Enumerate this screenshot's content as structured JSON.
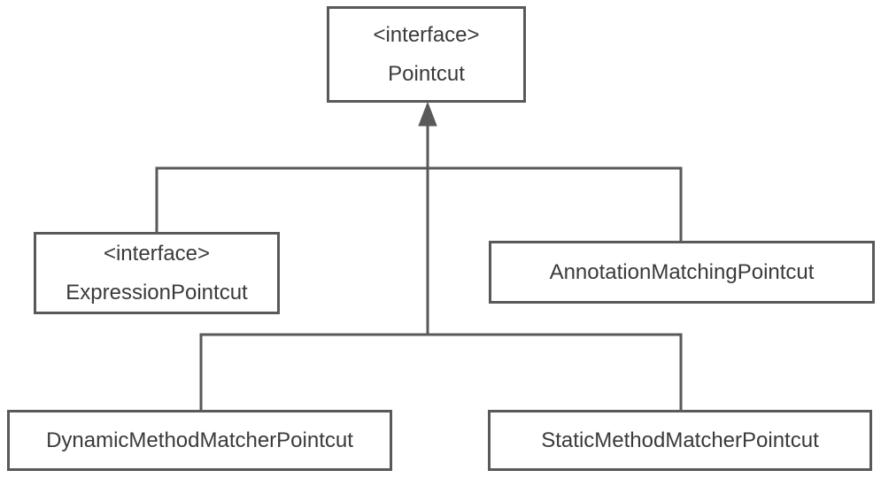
{
  "diagram": {
    "kind": "uml-inheritance-diagram",
    "colors": {
      "line": "#595959",
      "text": "#3a3a3a",
      "background": "#ffffff",
      "box": "#ffffff"
    },
    "nodes": {
      "pointcut": {
        "stereotype": "<interface>",
        "name": "Pointcut"
      },
      "expression": {
        "stereotype": "<interface>",
        "name": "ExpressionPointcut"
      },
      "annotation": {
        "name": "AnnotationMatchingPointcut"
      },
      "dynamic": {
        "name": "DynamicMethodMatcherPointcut"
      },
      "static": {
        "name": "StaticMethodMatcherPointcut"
      }
    },
    "edges": [
      {
        "from": "ExpressionPointcut",
        "to": "Pointcut",
        "type": "inheritance"
      },
      {
        "from": "AnnotationMatchingPointcut",
        "to": "Pointcut",
        "type": "inheritance"
      },
      {
        "from": "DynamicMethodMatcherPointcut",
        "to": "Pointcut",
        "type": "inheritance"
      },
      {
        "from": "StaticMethodMatcherPointcut",
        "to": "Pointcut",
        "type": "inheritance"
      }
    ]
  }
}
